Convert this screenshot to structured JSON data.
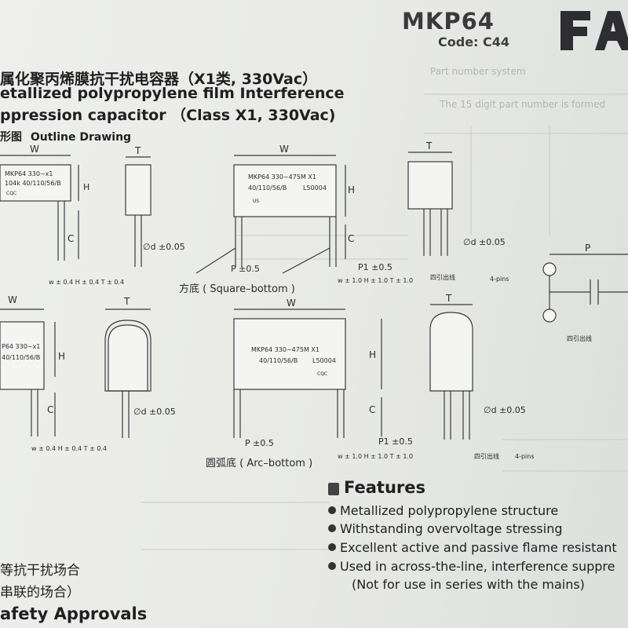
{
  "header": {
    "model": "MKP64",
    "code": "Code: C44"
  },
  "heading": {
    "cn": "属化聚丙烯膜抗干扰电容器（X1类, 330Vac）",
    "en_line1": "etallized polypropylene film Interference",
    "en_line2": "ppression capacitor （Class X1, 330Vac)",
    "outline_cn": "形图",
    "outline_en": "Outline Drawing"
  },
  "background_text": {
    "part_number_system": "Part number system",
    "digit_note": "The 15 digit part number is formed",
    "four_pins_cn": "四引出线"
  },
  "drawings": {
    "dim_w": "W",
    "dim_t": "T",
    "dim_h": "H",
    "dim_c": "C",
    "dim_p": "P",
    "marking_small": "MKP64 330~x1",
    "marking_small2": "104k 40/110/56/B",
    "marking_large": "MKP64 330~475M X1",
    "marking_large2": "40/110/56/B",
    "marking_lot": "L50004",
    "cert_cqc": "CQC",
    "cert_us": "US",
    "lead_dia": "∅d ±0.05",
    "pitch_tol": "P ±0.5",
    "pitch1_tol": "P1 ±0.5",
    "tol_small_row1": "w ± 0.4   H ± 0.4   T ± 0.4",
    "tol_large_row1": "w ± 1.0   H ± 1.0   T ± 1.0",
    "four_pin_cn": "四引出线",
    "four_pin_en": "4-pins",
    "square_bottom": "方底 ( Square–bottom )",
    "arc_bottom": "圆弧底 ( Arc–bottom )",
    "tol_small_row2": "w ± 0.4   H ± 0.4   T ± 0.4",
    "tol_large_row2": "w ± 1.0   H ± 1.0   T ± 1.0",
    "small_marking_row2": "P64 330~x1",
    "small_marking_row2b": "40/110/56/B",
    "schematic_label": "四引出线"
  },
  "features": {
    "title": "Features",
    "items": [
      "Metallized polypropylene structure",
      "Withstanding overvoltage stressing",
      "Excellent active and passive flame resistant",
      "Used in across-the-line, interference suppre"
    ],
    "note": "(Not for use in series with the mains)"
  },
  "left_lines": {
    "line1": "等抗干扰场合",
    "line2": "串联的场合）"
  },
  "safety": {
    "title": "afety Approvals"
  },
  "colors": {
    "ink": "#1f1f22",
    "paper": "#eceeea",
    "line": "#3a3a3e"
  }
}
